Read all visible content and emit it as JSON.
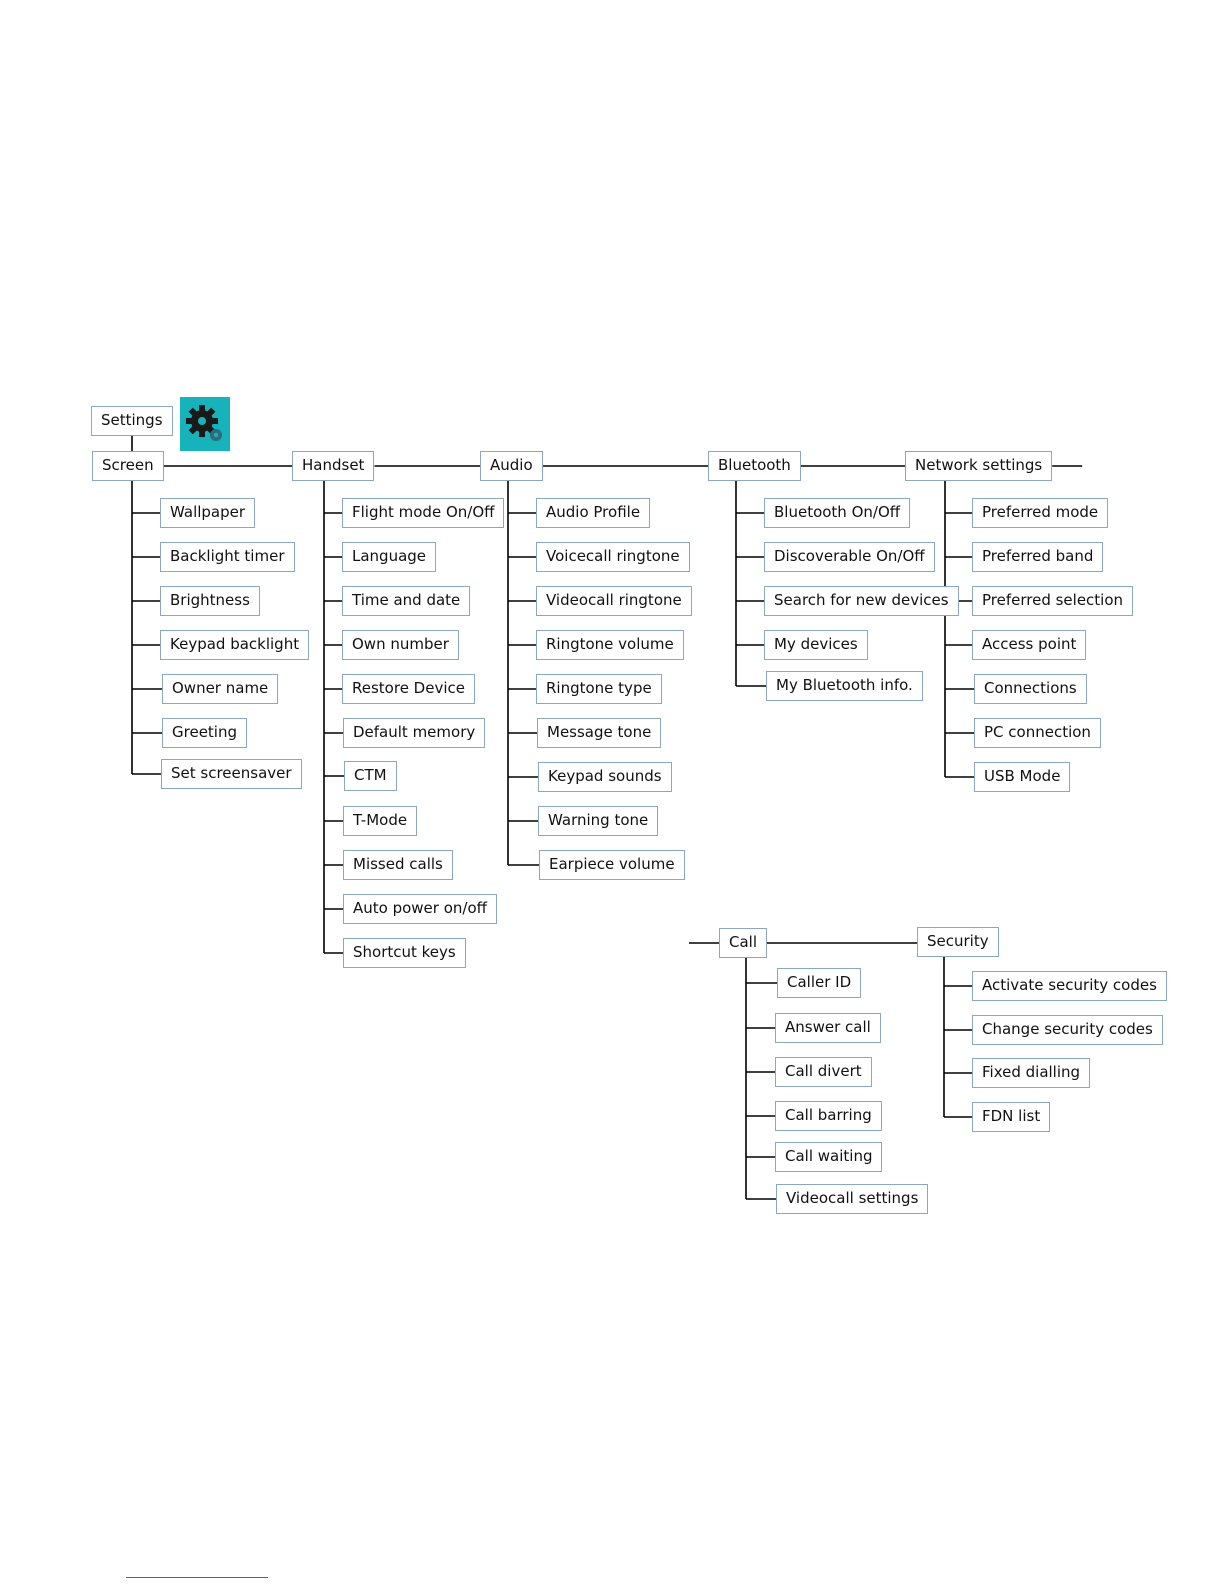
{
  "root": {
    "label": "Settings",
    "icon": "gear-icon",
    "icon_color": "#16b3ba"
  },
  "colors": {
    "box_border": "#8aa7c7",
    "line": "#000000",
    "accent": "#16b3ba"
  },
  "groups": [
    {
      "label": "Screen",
      "items": [
        "Wallpaper",
        "Backlight timer",
        "Brightness",
        "Keypad backlight",
        "Owner name",
        "Greeting",
        "Set screensaver"
      ]
    },
    {
      "label": "Handset",
      "items": [
        "Flight mode On/Off",
        "Language",
        "Time and date",
        "Own number",
        "Restore Device",
        "Default memory",
        "CTM",
        "T-Mode",
        "Missed calls",
        "Auto power on/off",
        "Shortcut keys"
      ]
    },
    {
      "label": "Audio",
      "items": [
        "Audio Profile",
        "Voicecall ringtone",
        "Videocall ringtone",
        "Ringtone volume",
        "Ringtone type",
        "Message tone",
        "Keypad sounds",
        "Warning tone",
        "Earpiece volume"
      ]
    },
    {
      "label": "Bluetooth",
      "items": [
        "Bluetooth On/Off",
        "Discoverable On/Off",
        "Search for new devices",
        "My devices",
        "My Bluetooth info."
      ]
    },
    {
      "label": "Network settings",
      "items": [
        "Preferred mode",
        "Preferred band",
        "Preferred selection",
        "Access point",
        "Connections",
        "PC connection",
        "USB Mode"
      ]
    },
    {
      "label": "Call",
      "items": [
        "Caller ID",
        "Answer call",
        "Call divert",
        "Call barring",
        "Call waiting",
        "Videocall settings"
      ]
    },
    {
      "label": "Security",
      "items": [
        "Activate security codes",
        "Change security codes",
        "Fixed dialling",
        "FDN list"
      ]
    }
  ]
}
